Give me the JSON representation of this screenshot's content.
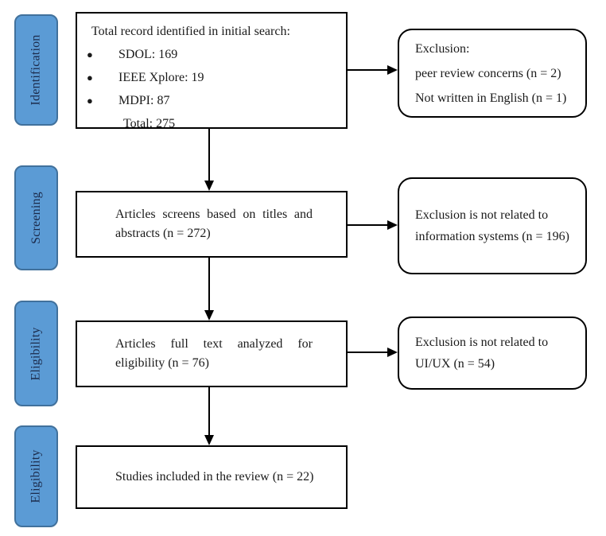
{
  "colors": {
    "stage_fill": "#5B9BD5",
    "stage_border": "#41719C",
    "box_border": "#000000",
    "arrow": "#000000",
    "background": "#FFFFFF",
    "stage_text": "#1B2A4A",
    "body_text": "#1A1A1A"
  },
  "glyphs": {
    "bullet": "●"
  },
  "stages": [
    {
      "label": "Identification"
    },
    {
      "label": "Screening"
    },
    {
      "label": "Eligibility"
    },
    {
      "label": "Eligibility"
    }
  ],
  "main_boxes": [
    {
      "title": "Total record identified in initial search:",
      "bullets": [
        "SDOL: 169",
        "IEEE Xplore: 19",
        "MDPI: 87"
      ],
      "total": "Total: 275"
    },
    {
      "text": "Articles screens based on titles and abstracts (n = 272)"
    },
    {
      "text": "Articles full text analyzed for eligibility (n = 76)"
    },
    {
      "text": "Studies included in the review (n = 22)"
    }
  ],
  "exclusion_boxes": [
    {
      "lines": [
        "Exclusion:",
        "peer review concerns (n = 2)",
        "Not written in English (n = 1)"
      ]
    },
    {
      "text": "Exclusion is not related to information systems (n = 196)"
    },
    {
      "text": "Exclusion is not related to UI/UX (n = 54)"
    }
  ]
}
